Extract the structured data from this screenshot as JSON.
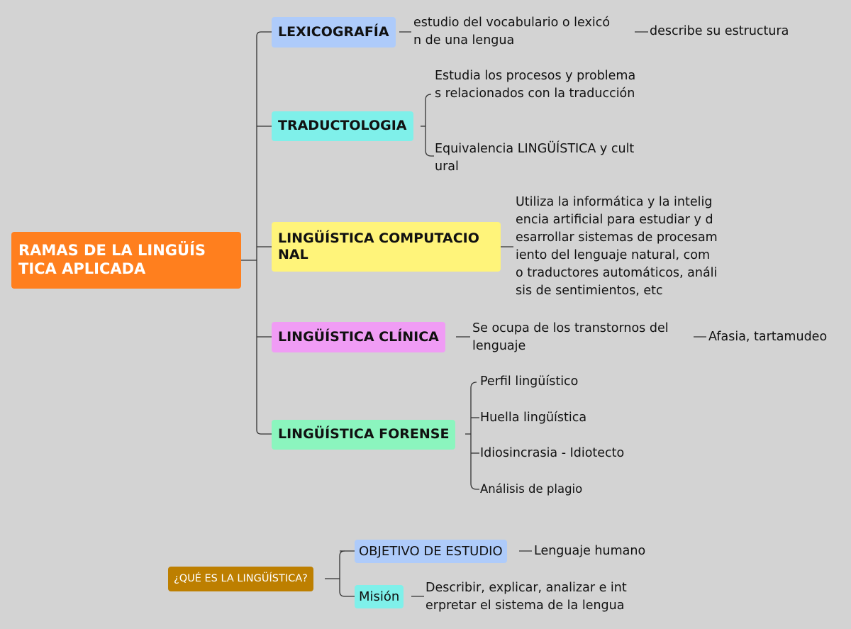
{
  "colors": {
    "background": "#d3d3d3",
    "root_orange": "#ff7f1e",
    "lexicografia_blue": "#aecbfa",
    "traductologia_cyan": "#7ff0ea",
    "computacional_yellow": "#fff47a",
    "clinica_pink": "#f09cf5",
    "forense_green": "#8bf5be",
    "que_es_gold": "#bd7f00"
  },
  "map1": {
    "root": {
      "label": "RAMAS DE LA LINGÜÍS\nTICA APLICADA"
    },
    "branches": [
      {
        "label": "LEXICOGRAFÍA",
        "children": [
          {
            "label": "estudio del vocabulario o lexicó\nn de una lengua",
            "children": [
              {
                "label": "describe su estructura"
              }
            ]
          }
        ]
      },
      {
        "label": "TRADUCTOLOGIA",
        "children": [
          {
            "label": "Estudia los procesos y problema\ns relacionados con la traducción"
          },
          {
            "label": "Equivalencia LINGÜÍSTICA y cult\nural"
          }
        ]
      },
      {
        "label": "LINGÜÍSTICA COMPUTACIO\nNAL",
        "children": [
          {
            "label": "Utiliza la informática y la intelig\nencia artificial para estudiar y d\nesarrollar sistemas de procesam\niento del lenguaje natural, com\no traductores automáticos, análi\nsis de sentimientos, etc"
          }
        ]
      },
      {
        "label": "LINGÜÍSTICA CLÍNICA",
        "children": [
          {
            "label": "Se ocupa de los transtornos del\nlenguaje",
            "children": [
              {
                "label": "Afasia, tartamudeo"
              }
            ]
          }
        ]
      },
      {
        "label": "LINGÜÍSTICA FORENSE",
        "children": [
          {
            "label": "Perfil lingüístico"
          },
          {
            "label": "Huella lingüística"
          },
          {
            "label": "Idiosincrasia - Idiotecto"
          },
          {
            "label": "Análisis de plagio"
          }
        ]
      }
    ]
  },
  "map2": {
    "root": {
      "label": "¿QUÉ ES LA LINGÜÍSTICA?"
    },
    "branches": [
      {
        "label": "OBJETIVO DE ESTUDIO",
        "children": [
          {
            "label": "Lenguaje humano"
          }
        ]
      },
      {
        "label": "Misión",
        "children": [
          {
            "label": "Describir, explicar, analizar e int\nerpretar el sistema de la lengua"
          }
        ]
      }
    ]
  }
}
